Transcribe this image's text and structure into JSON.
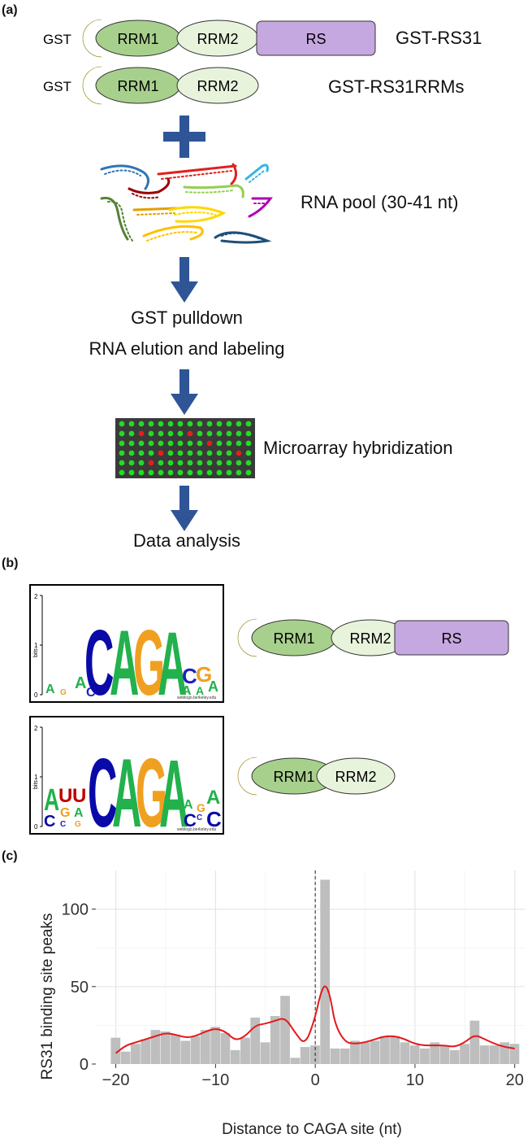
{
  "panel_a": {
    "label": "(a)",
    "construct_full": {
      "gst": "GST",
      "rrm1": "RRM1",
      "rrm2": "RRM2",
      "rs": "RS",
      "name": "GST-RS31"
    },
    "construct_rrms": {
      "gst": "GST",
      "rrm1": "RRM1",
      "rrm2": "RRM2",
      "name": "GST-RS31RRMs"
    },
    "rna_pool_label": "RNA pool (30-41 nt)",
    "step_pulldown_1": "GST pulldown",
    "step_pulldown_2": "RNA elution and labeling",
    "step_microarray": "Microarray hybridization",
    "step_analysis": "Data analysis",
    "colors": {
      "gst": "#ffea00",
      "rrm1": "#a8d08d",
      "rrm2": "#e8f3dc",
      "rs": "#c6a8e0",
      "arrow": "#2f5597",
      "array_bg": "#3a3a3a",
      "array_spot": "#22dd22",
      "array_spot_red": "#e02020"
    }
  },
  "panel_b": {
    "label": "(b)",
    "logo1": {
      "axis_label": "bits",
      "ticks": [
        "2",
        "1",
        "0"
      ],
      "credit": "weblogo.berkeley.edu"
    },
    "logo2": {
      "axis_label": "bits",
      "ticks": [
        "2",
        "1",
        "0"
      ],
      "credit": "weblogo.berkeley.edu"
    },
    "construct_full": {
      "rrm1": "RRM1",
      "rrm2": "RRM2",
      "rs": "RS"
    },
    "construct_rrms": {
      "rrm1": "RRM1",
      "rrm2": "RRM2"
    }
  },
  "panel_c": {
    "label": "(c)"
  },
  "chart_data": {
    "type": "bar",
    "xlabel": "Distance to CAGA site (nt)",
    "ylabel": "RS31 binding site peaks",
    "xlim": [
      -22,
      21
    ],
    "ylim": [
      0,
      125
    ],
    "x_ticks": [
      -20,
      -10,
      0,
      10,
      20
    ],
    "x_tick_labels": [
      "−20",
      "−10",
      "0",
      "10",
      "20"
    ],
    "y_ticks": [
      0,
      50,
      100
    ],
    "grid": true,
    "reference_line_x": 0,
    "x": [
      -20,
      -19,
      -18,
      -17,
      -16,
      -15,
      -14,
      -13,
      -12,
      -11,
      -10,
      -9,
      -8,
      -7,
      -6,
      -5,
      -4,
      -3,
      -2,
      -1,
      0,
      1,
      2,
      3,
      4,
      5,
      6,
      7,
      8,
      9,
      10,
      11,
      12,
      13,
      14,
      15,
      16,
      17,
      18,
      19,
      20
    ],
    "values": [
      17,
      8,
      13,
      16,
      22,
      21,
      19,
      15,
      18,
      22,
      24,
      20,
      9,
      17,
      30,
      14,
      31,
      44,
      4,
      11,
      12,
      119,
      10,
      10,
      15,
      14,
      15,
      18,
      18,
      14,
      12,
      10,
      14,
      12,
      9,
      13,
      28,
      12,
      12,
      14,
      13
    ],
    "smooth_curve": {
      "color": "#e31a1c",
      "x": [
        -20,
        -19,
        -18,
        -17,
        -16,
        -15,
        -14,
        -13,
        -12,
        -11,
        -10,
        -9,
        -8,
        -7,
        -6,
        -5,
        -4,
        -3,
        -2,
        -1,
        0,
        0.5,
        1,
        1.5,
        2,
        3,
        4,
        5,
        6,
        7,
        8,
        9,
        10,
        11,
        12,
        13,
        14,
        15,
        16,
        17,
        18,
        19,
        20
      ],
      "y": [
        7,
        12,
        14,
        16,
        18,
        20,
        19,
        17,
        18,
        21,
        23,
        21,
        15,
        18,
        25,
        26,
        28,
        30,
        20,
        12,
        30,
        45,
        52,
        44,
        25,
        14,
        13,
        14,
        16,
        18,
        18,
        16,
        13,
        12,
        12,
        12,
        11,
        14,
        19,
        16,
        13,
        11,
        10
      ]
    },
    "bar_color": "#bebebe"
  }
}
